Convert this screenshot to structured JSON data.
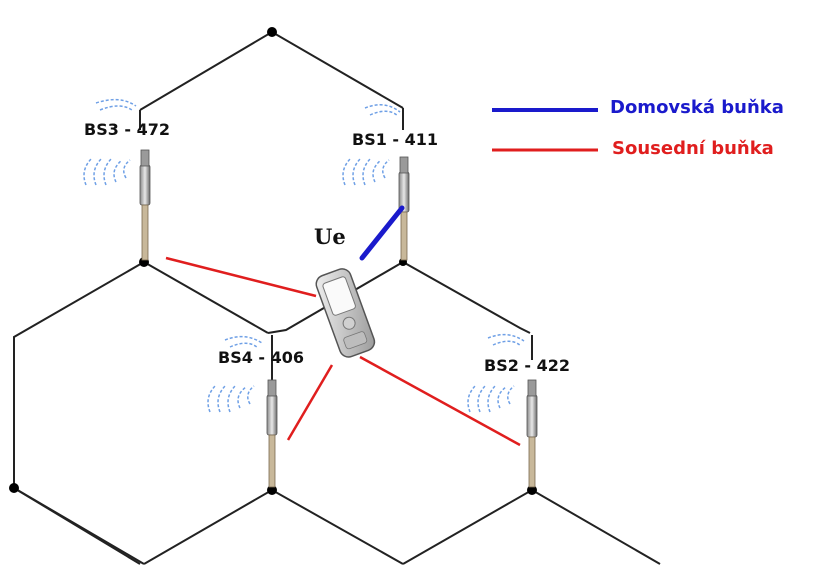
{
  "stations": [
    {
      "id": "bs1",
      "label": "BS1 - 411"
    },
    {
      "id": "bs2",
      "label": "BS2 - 422"
    },
    {
      "id": "bs3",
      "label": "BS3 - 472"
    },
    {
      "id": "bs4",
      "label": "BS4 - 406"
    }
  ],
  "ue": {
    "label": "Ue"
  },
  "legend": [
    {
      "label": "Domovská buňka",
      "color": "#1a1acc"
    },
    {
      "label": "Sousední buňka",
      "color": "#e01e1e"
    }
  ],
  "colors": {
    "serving": "#1a1acc",
    "neighbor": "#e01e1e",
    "grid": "#222222",
    "waves": "#6fa0e6"
  }
}
